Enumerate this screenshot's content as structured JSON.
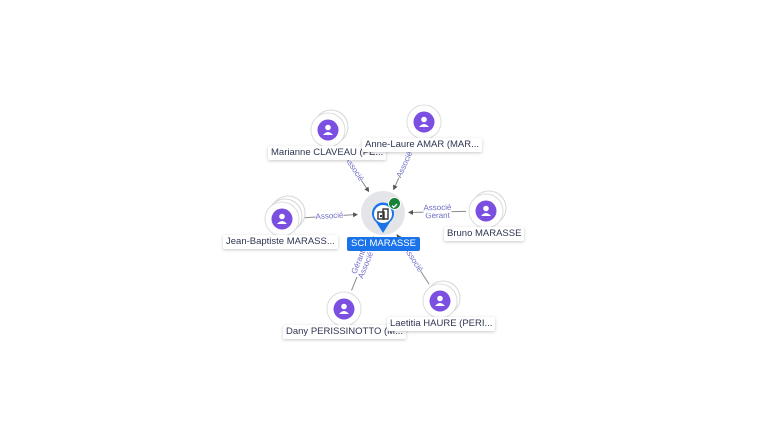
{
  "company": {
    "name": "SCI MARASSE",
    "icon": "building-icon",
    "status_icon": "verified-check-icon",
    "colors": {
      "pin": "#1a73e8",
      "label_bg": "#1a73e8",
      "status": "#188038"
    }
  },
  "person_icon": "person-icon",
  "colors": {
    "person": "#7b4fe0",
    "edge": "#8a8a8a",
    "edge_label": "#6f6fc8"
  },
  "persons": [
    {
      "id": "marianne",
      "label": "Marianne CLAVEAU (PE...",
      "roles": [
        "Associé"
      ]
    },
    {
      "id": "annelaure",
      "label": "Anne-Laure AMAR (MAR...",
      "roles": [
        "Associé"
      ]
    },
    {
      "id": "jeanbaptiste",
      "label": "Jean-Baptiste MARASS...",
      "roles": [
        "Associé"
      ]
    },
    {
      "id": "bruno",
      "label": "Bruno MARASSE",
      "roles": [
        "Gérant",
        "Associé"
      ]
    },
    {
      "id": "dany",
      "label": "Dany PERISSINOTTO (M...",
      "roles": [
        "Gérant",
        "Associé"
      ]
    },
    {
      "id": "laetitia",
      "label": "Laetitia HAURE (PERI...",
      "roles": [
        "Associé"
      ]
    }
  ]
}
